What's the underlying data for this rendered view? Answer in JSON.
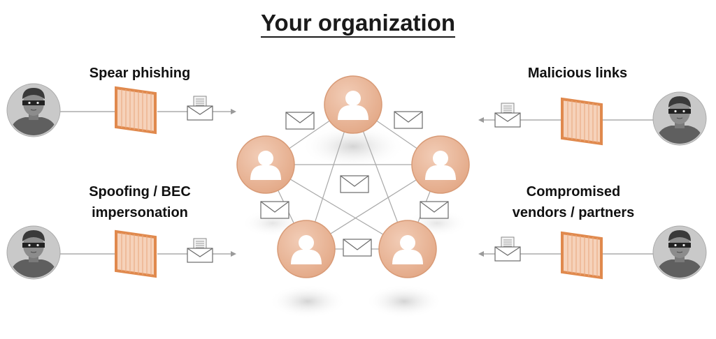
{
  "title": "Your organization",
  "threats": {
    "spear_phishing": "Spear phishing",
    "malicious_links": "Malicious links",
    "spoofing_line1": "Spoofing / BEC",
    "spoofing_line2": "impersonation",
    "compromised_line1": "Compromised",
    "compromised_line2": "vendors / partners"
  },
  "colors": {
    "node_fill": "#e9b79a",
    "node_stroke": "#d89a76",
    "firewall": "#e0894d",
    "attacker_bg": "#bdbdbd",
    "line": "#9a9a9a"
  },
  "icons": {
    "attacker": "masked-attacker-icon",
    "firewall": "firewall-icon",
    "mail": "envelope-icon",
    "user": "user-icon",
    "document": "document-icon"
  }
}
